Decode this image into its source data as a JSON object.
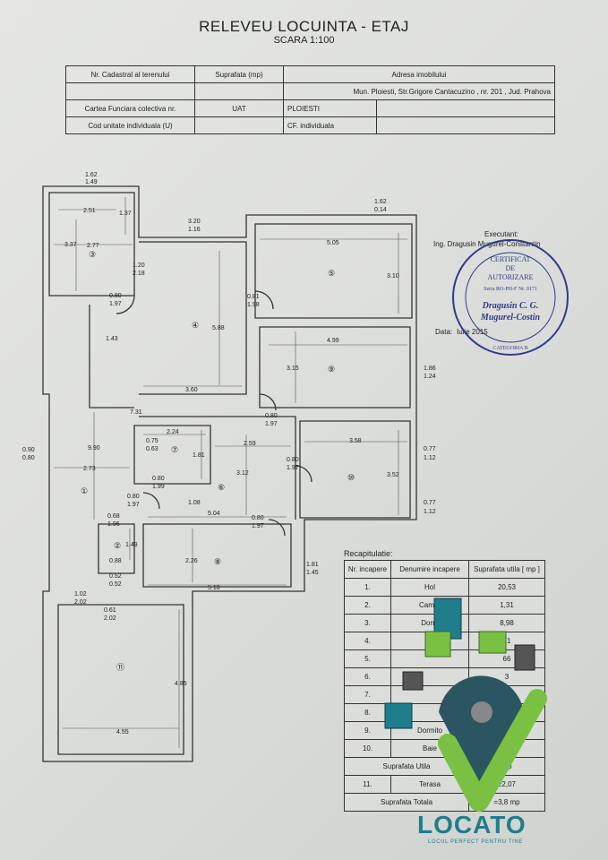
{
  "header": {
    "title": "RELEVEU LOCUINTA - ETAJ",
    "scale": "SCARA 1:100"
  },
  "info_table": {
    "nr_cadastral_label": "Nr. Cadastral al terenului",
    "suprafata_label": "Suprafata (mp)",
    "adresa_label": "Adresa imobilului",
    "adresa_value": "Mun. Ploiesti, Str.Grigore Cantacuzino , nr. 201 , Jud. Prahova",
    "carte_label": "Cartea Funciara colectiva nr.",
    "uat_label": "UAT",
    "uat_value": "PLOIESTI",
    "cod_label": "Cod unitate individuala (U)",
    "cf_label": "CF. individuala"
  },
  "executant": {
    "label": "Executant:",
    "name": "Ing. Dragusin Mugurel-Constantin",
    "date_label": "Data:",
    "date_value": "Iulie 2015"
  },
  "stamp": {
    "line1": "CERTIFICAT",
    "line2": "DE",
    "line3": "AUTORIZARE",
    "serie": "Seria RO-PH-F Nr. 0171",
    "name1": "Dragusin C. G.",
    "name2": "Mugurel-Costin",
    "categ": "CATEGORIA B"
  },
  "plan": {
    "rooms": [
      "①",
      "②",
      "③",
      "④",
      "⑤",
      "⑥",
      "⑦",
      "⑧",
      "⑨",
      "⑩",
      "⑪"
    ],
    "dims": {
      "d1": "1.62",
      "d2": "1.49",
      "d3": "2.51",
      "d4": "1.37",
      "d5": "3.37",
      "d6": "2.77",
      "d7": "3.20",
      "d8": "1.16",
      "d9": "1.20",
      "d10": "2.18",
      "d11": "0.80",
      "d12": "1.97",
      "d13": "1.62",
      "d14": "0.14",
      "d15": "5.05",
      "d16": "3.10",
      "d17": "5.88",
      "d18": "0.81",
      "d19": "1.98",
      "d20": "1.43",
      "d21": "4.99",
      "d22": "3.15",
      "d23": "1.86",
      "d24": "1.24",
      "d25": "3.60",
      "d26": "7.31",
      "d27": "0.80",
      "d28": "1.97",
      "d29": "2.24",
      "d30": "0.90",
      "d31": "0.80",
      "d32": "9.90",
      "d33": "0.75",
      "d34": "0.63",
      "d35": "1.81",
      "d36": "2.59",
      "d37": "3.58",
      "d38": "0.77",
      "d39": "1.12",
      "d40": "2.73",
      "d41": "3.12",
      "d42": "0.80",
      "d43": "1.97",
      "d44": "0.80",
      "d45": "1.99",
      "d46": "3.52",
      "d47": "0.80",
      "d48": "1.97",
      "d49": "1.08",
      "d50": "5.04",
      "d51": "0.80",
      "d52": "1.97",
      "d53": "0.77",
      "d54": "1.12",
      "d55": "0.68",
      "d56": "1.96",
      "d57": "1.49",
      "d58": "0.88",
      "d59": "2.26",
      "d60": "1.81",
      "d61": "1.45",
      "d62": "0.52",
      "d63": "0.52",
      "d64": "5.10",
      "d65": "1.02",
      "d66": "2.02",
      "d67": "0.61",
      "d68": "2.02",
      "d69": "4.85",
      "d70": "4.55"
    }
  },
  "recap": {
    "title": "Recapitulatie:",
    "head_nr": "Nr. incapere",
    "head_den": "Denumire incapere",
    "head_sup": "Suprafata utila [ mp ]",
    "rows": [
      {
        "nr": "1.",
        "den": "Hol",
        "sup": "20,53"
      },
      {
        "nr": "2.",
        "den": "Camer",
        "sup": "1,31"
      },
      {
        "nr": "3.",
        "den": "Dorm",
        "sup": "8,98"
      },
      {
        "nr": "4.",
        "den": "Ca",
        "sup": "21"
      },
      {
        "nr": "5.",
        "den": "",
        "sup": "66"
      },
      {
        "nr": "6.",
        "den": "",
        "sup": "3"
      },
      {
        "nr": "7.",
        "den": "",
        "sup": "4,0"
      },
      {
        "nr": "8.",
        "den": "",
        "sup": ""
      },
      {
        "nr": "9.",
        "den": "Dormito",
        "sup": ""
      },
      {
        "nr": "10.",
        "den": "Baie",
        "sup": ",60"
      }
    ],
    "total_utila_label": "Suprafata Utila",
    "total_utila_value": "mp",
    "row11_nr": "11.",
    "row11_den": "Terasa",
    "row11_sup": "22,07",
    "total_label": "Suprafata Totala",
    "total_value": "=3,8 mp"
  },
  "logo": {
    "name": "LOCATO",
    "tagline": "LOCUL PERFECT PENTRU TINE",
    "color": "#1f7d8c",
    "green": "#7ac143"
  }
}
